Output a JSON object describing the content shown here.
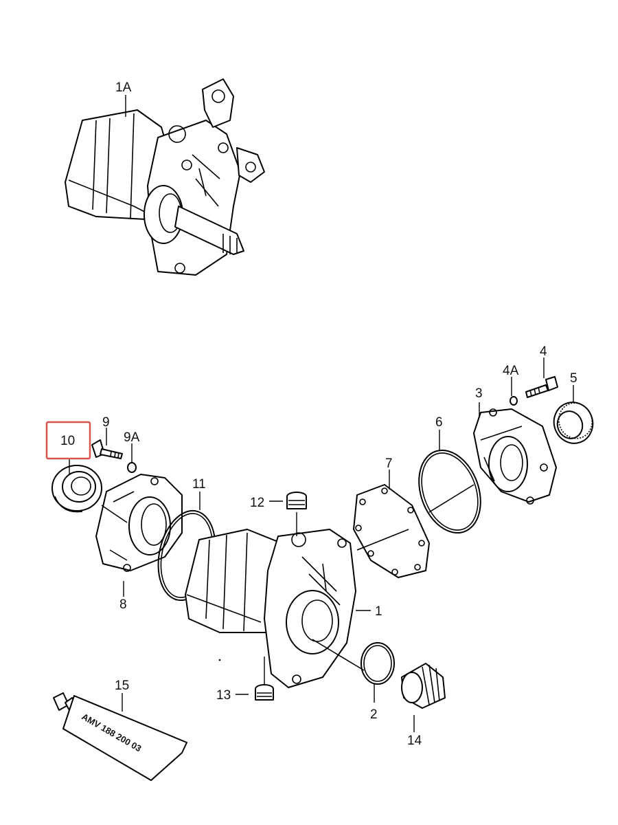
{
  "diagram": {
    "labels": {
      "p1A": "1A",
      "p1": "1",
      "p2": "2",
      "p3": "3",
      "p4": "4",
      "p4A": "4A",
      "p5": "5",
      "p6": "6",
      "p7": "7",
      "p8": "8",
      "p9": "9",
      "p9A": "9A",
      "p10": "10",
      "p11": "11",
      "p12": "12",
      "p13": "13",
      "p14": "14",
      "p15": "15"
    },
    "tube_text": "AMV 188 200 03",
    "highlight": {
      "label": "10",
      "color": "#d9534f"
    }
  }
}
